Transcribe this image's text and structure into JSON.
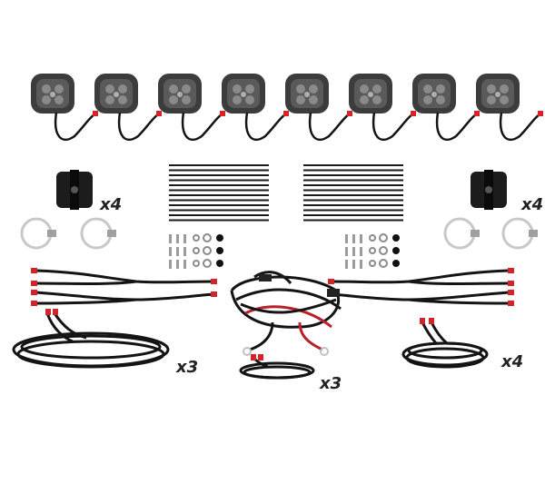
{
  "labels": {
    "mount_brackets_left_qty": "x4",
    "mount_brackets_right_qty": "x4",
    "extension_cables_left_qty": "x3",
    "short_cables_qty": "x3",
    "extension_cables_right_qty": "x4"
  },
  "colors": {
    "cable": "#141414",
    "pod_body": "#3c3c3c",
    "pod_lens": "#6e6e6e",
    "connector_tip": "#d2242a",
    "zip_tie": "#1a1a1a",
    "clamp": "#c8c8c8"
  },
  "items": {
    "light_pods_count": 8,
    "zip_tie_bundles": 2,
    "mount_brackets": 2,
    "hose_clamps": 4,
    "hardware_kits": 2
  }
}
